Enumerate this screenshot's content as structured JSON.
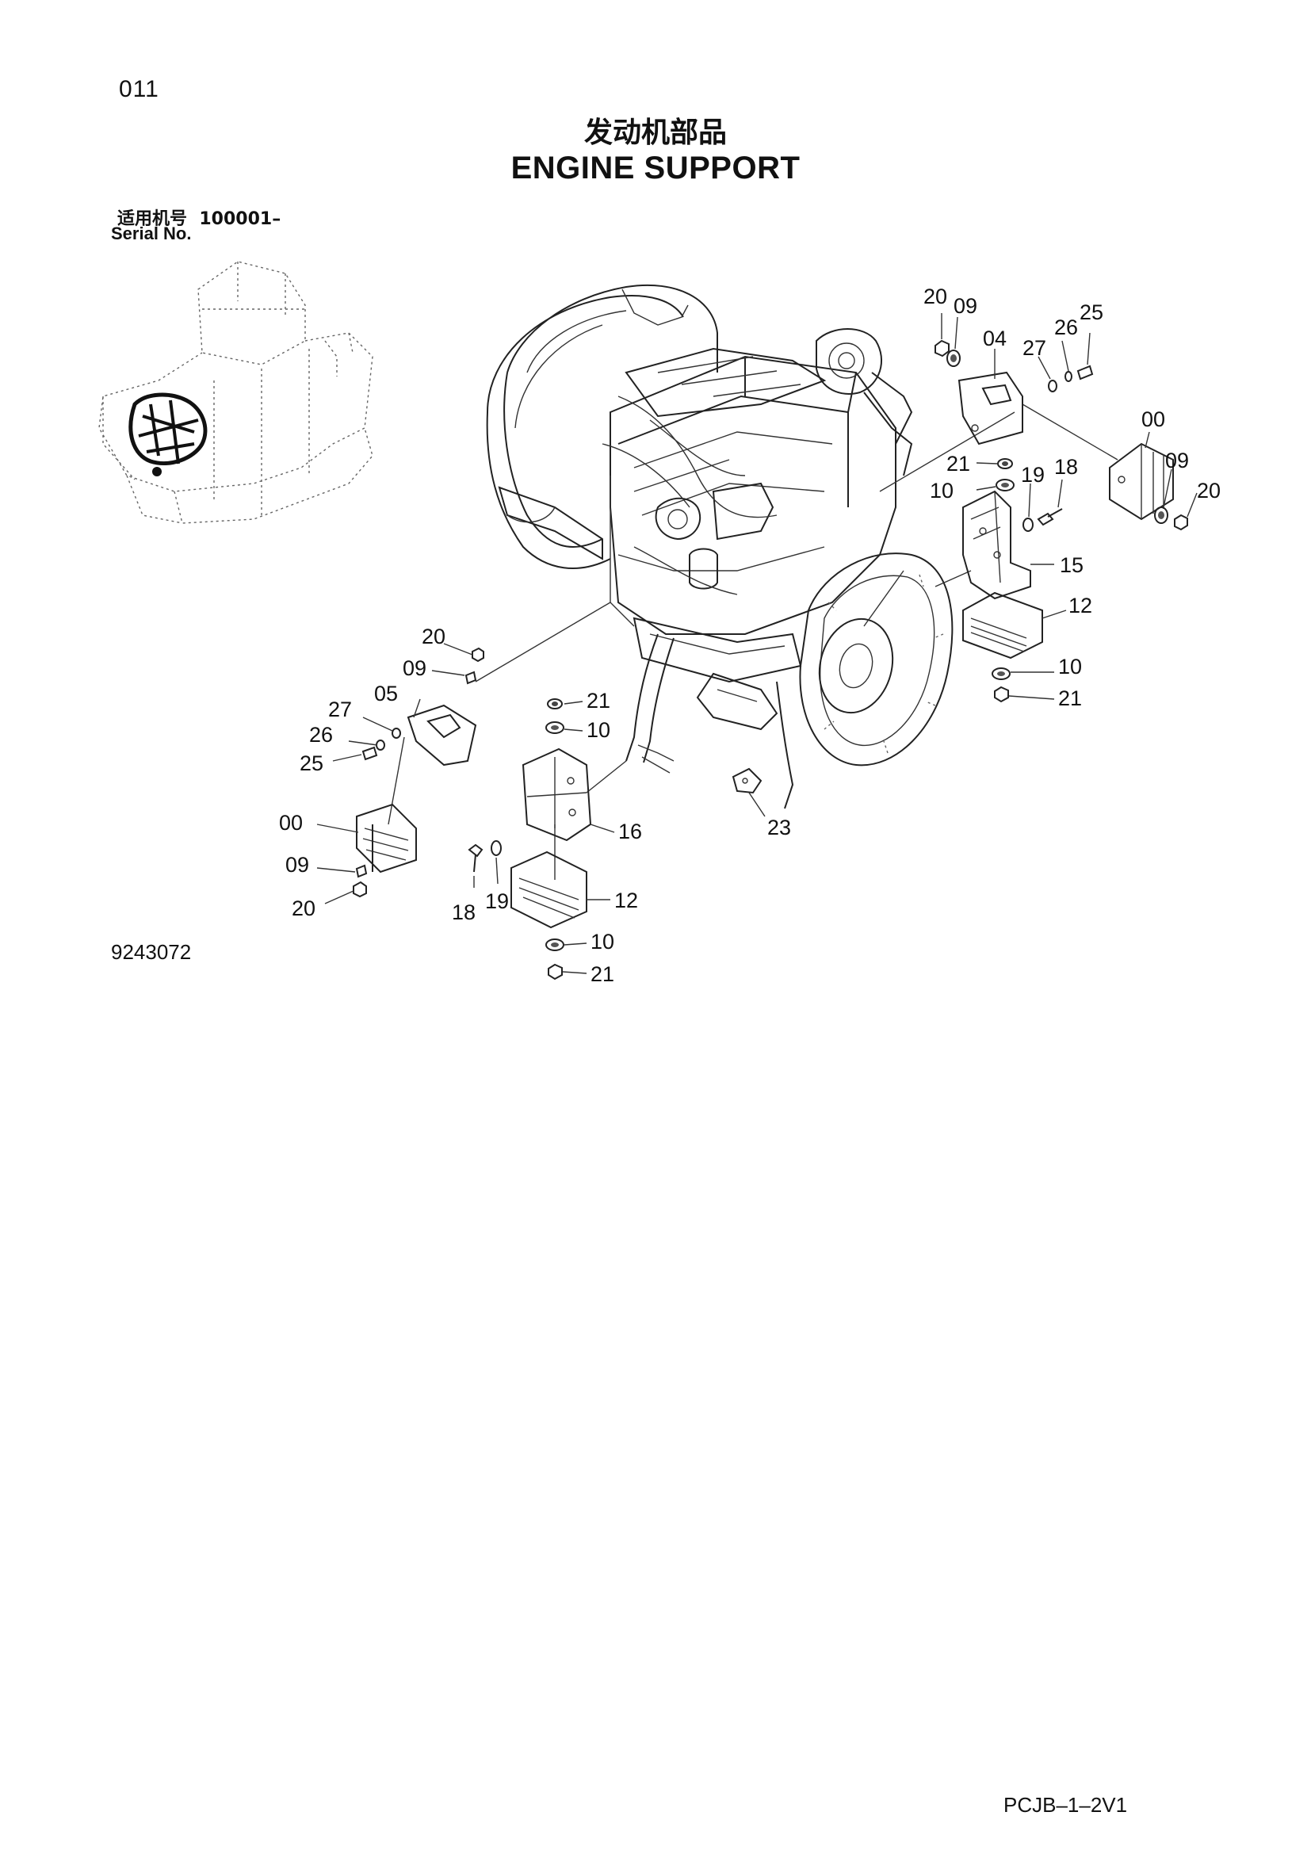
{
  "page_number": "011",
  "title_cn": "发动机部品",
  "title_en": "ENGINE SUPPORT",
  "serial_label_cn": "适用机号",
  "serial_value": "100001–",
  "serial_label_en": "Serial No.",
  "drawing_code": "9243072",
  "document_code": "PCJB–1–2V1",
  "callouts": [
    {
      "id": "c-20a",
      "text": "20"
    },
    {
      "id": "c-09a",
      "text": "09"
    },
    {
      "id": "c-04",
      "text": "04"
    },
    {
      "id": "c-26a",
      "text": "26"
    },
    {
      "id": "c-25a",
      "text": "25"
    },
    {
      "id": "c-27a",
      "text": "27"
    },
    {
      "id": "c-00a",
      "text": "00"
    },
    {
      "id": "c-09b",
      "text": "09"
    },
    {
      "id": "c-20b",
      "text": "20"
    },
    {
      "id": "c-21a",
      "text": "21"
    },
    {
      "id": "c-10a",
      "text": "10"
    },
    {
      "id": "c-19a",
      "text": "19"
    },
    {
      "id": "c-18a",
      "text": "18"
    },
    {
      "id": "c-15",
      "text": "15"
    },
    {
      "id": "c-12a",
      "text": "12"
    },
    {
      "id": "c-10b",
      "text": "10"
    },
    {
      "id": "c-21b",
      "text": "21"
    },
    {
      "id": "c-20c",
      "text": "20"
    },
    {
      "id": "c-09c",
      "text": "09"
    },
    {
      "id": "c-05",
      "text": "05"
    },
    {
      "id": "c-27b",
      "text": "27"
    },
    {
      "id": "c-26b",
      "text": "26"
    },
    {
      "id": "c-25b",
      "text": "25"
    },
    {
      "id": "c-21c",
      "text": "21"
    },
    {
      "id": "c-10c",
      "text": "10"
    },
    {
      "id": "c-23",
      "text": "23"
    },
    {
      "id": "c-16",
      "text": "16"
    },
    {
      "id": "c-00b",
      "text": "00"
    },
    {
      "id": "c-09d",
      "text": "09"
    },
    {
      "id": "c-20d",
      "text": "20"
    },
    {
      "id": "c-18b",
      "text": "18"
    },
    {
      "id": "c-19b",
      "text": "19"
    },
    {
      "id": "c-12b",
      "text": "12"
    },
    {
      "id": "c-10d",
      "text": "10"
    },
    {
      "id": "c-21d",
      "text": "21"
    }
  ]
}
